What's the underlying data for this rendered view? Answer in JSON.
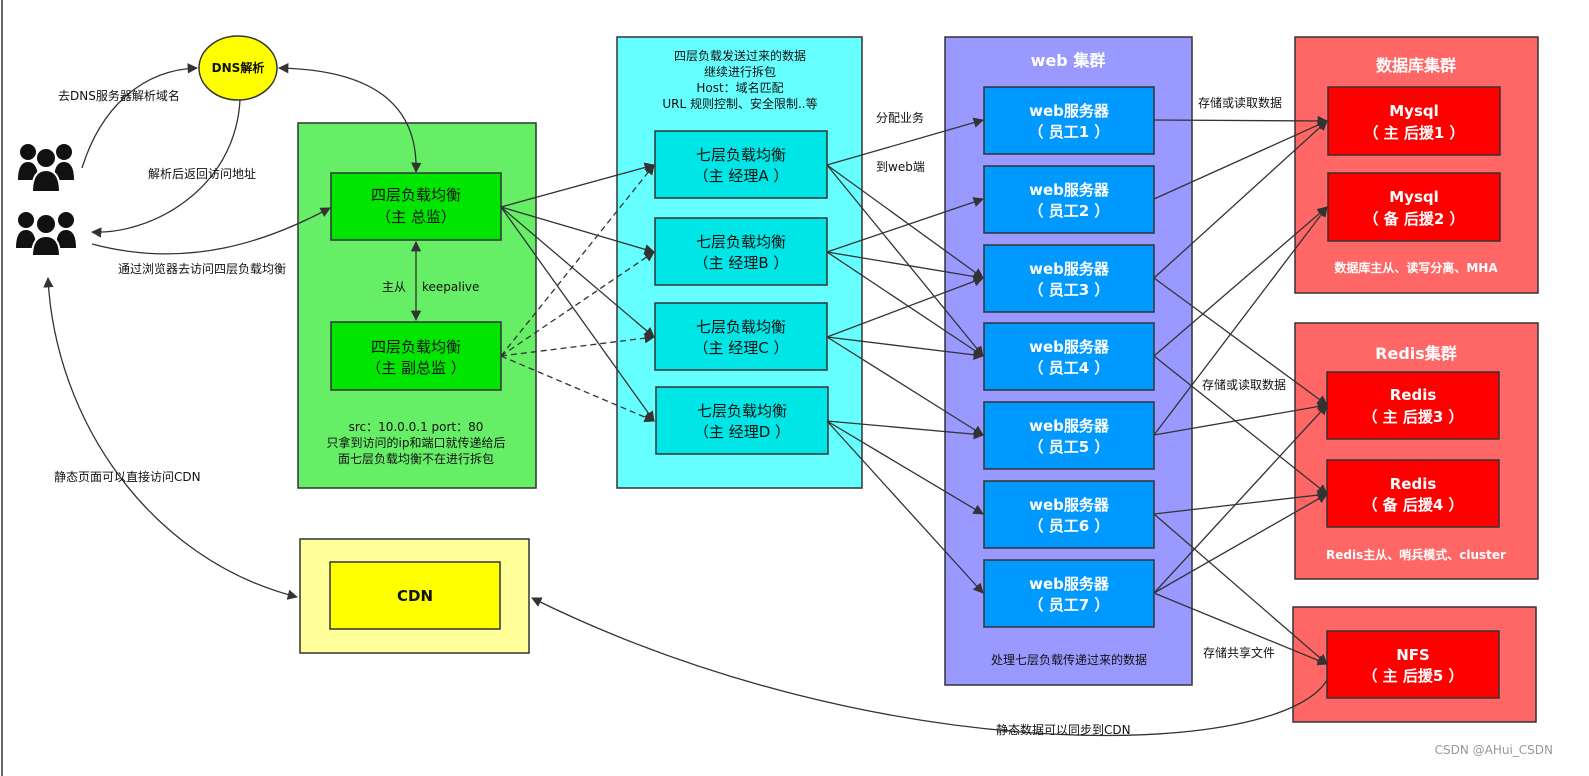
{
  "colors": {
    "lb4_bg": "#66ee66",
    "lb4_box": "#00e600",
    "lb7_bg": "#66ffff",
    "lb7_box": "#00e5e5",
    "web_bg": "#9999ff",
    "web_box": "#0099ff",
    "db_bg": "#ff6666",
    "db_box": "#ff0000",
    "cdn_bg": "#ffff99",
    "cdn_box": "#ffff00",
    "dns": "#ffff00",
    "line": "#333333"
  },
  "dns": {
    "label": "DNS解析"
  },
  "edge_labels": {
    "to_dns": "去DNS服务器解析域名",
    "dns_return": "解析后返回访问地址",
    "browser_access": "通过浏览器去访问四层负载均衡",
    "cdn_direct": "静态页面可以直接访问CDN",
    "master_slave": "主从",
    "keepalive": "keepalive",
    "assign_task": "分配业务",
    "to_web": "到web端",
    "store_read_db": "存储或读取数据",
    "store_read_redis": "存储或读取数据",
    "store_shared": "存储共享文件",
    "sync_cdn": "静态数据可以同步到CDN"
  },
  "lb4": {
    "master": {
      "line1": "四层负载均衡",
      "line2": "（主  总监）"
    },
    "backup": {
      "line1": "四层负载均衡",
      "line2": "（主  副总监 ）"
    },
    "note": {
      "line1": "src：10.0.0.1    port：80",
      "line2": "只拿到访问的ip和端口就传递给后",
      "line3": "面七层负载均衡不在进行拆包"
    }
  },
  "lb7": {
    "header": {
      "line1": "四层负载发送过来的数据",
      "line2": "继续进行拆包",
      "line3": "Host：域名匹配",
      "line4": "URL 规则控制、安全限制..等"
    },
    "nodes": [
      {
        "line1": "七层负载均衡",
        "line2": "（主  经理A ）"
      },
      {
        "line1": "七层负载均衡",
        "line2": "（主  经理B ）"
      },
      {
        "line1": "七层负载均衡",
        "line2": "（主  经理C ）"
      },
      {
        "line1": "七层负载均衡",
        "line2": "（主  经理D ）"
      }
    ]
  },
  "web": {
    "title": "web 集群",
    "footer": "处理七层负载传递过来的数据",
    "nodes": [
      {
        "line1": "web服务器",
        "line2": "（ 员工1 ）"
      },
      {
        "line1": "web服务器",
        "line2": "（ 员工2 ）"
      },
      {
        "line1": "web服务器",
        "line2": "（ 员工3 ）"
      },
      {
        "line1": "web服务器",
        "line2": "（ 员工4 ）"
      },
      {
        "line1": "web服务器",
        "line2": "（ 员工5 ）"
      },
      {
        "line1": "web服务器",
        "line2": "（ 员工6 ）"
      },
      {
        "line1": "web服务器",
        "line2": "（ 员工7 ）"
      }
    ]
  },
  "db": {
    "title": "数据库集群",
    "footer": "数据库主从、读写分离、MHA",
    "nodes": [
      {
        "line1": "Mysql",
        "line2": "（ 主 后援1 ）"
      },
      {
        "line1": "Mysql",
        "line2": "（ 备 后援2 ）"
      }
    ]
  },
  "redis": {
    "title": "Redis集群",
    "footer": "Redis主从、哨兵模式、cluster",
    "nodes": [
      {
        "line1": "Redis",
        "line2": "（ 主 后援3 ）"
      },
      {
        "line1": "Redis",
        "line2": "（ 备 后援4 ）"
      }
    ]
  },
  "nfs": {
    "line1": "NFS",
    "line2": "（ 主 后援5 ）"
  },
  "cdn": {
    "label": "CDN"
  },
  "icons": {
    "users_top": "users-icon",
    "users_bottom": "users-icon"
  },
  "watermark": "CSDN @AHui_CSDN"
}
